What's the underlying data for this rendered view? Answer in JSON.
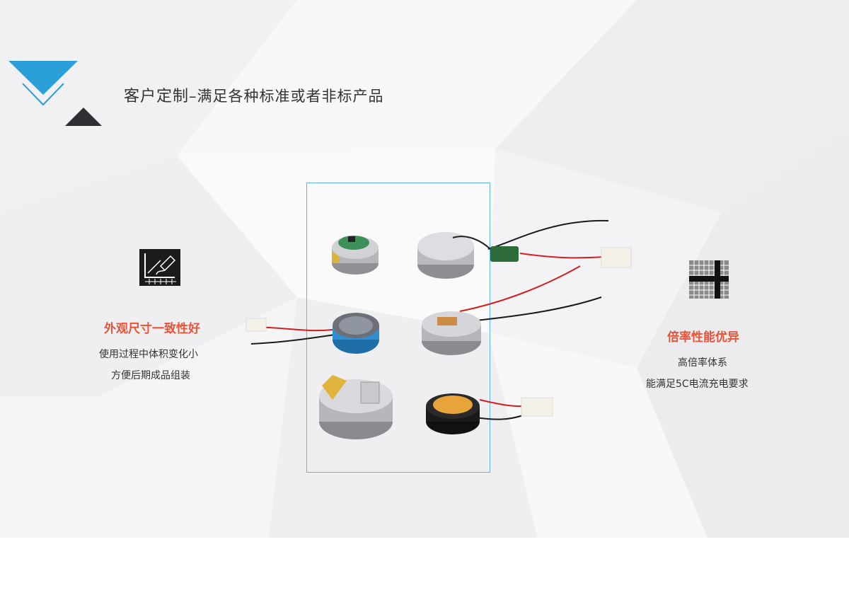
{
  "header": {
    "title_main": "客户定制",
    "title_sub": "–满足各种标准或者非标产品"
  },
  "left_feature": {
    "icon": "ruler-pencil-icon",
    "title": "外观尺寸一致性好",
    "lines": [
      "使用过程中体积变化小",
      "方便后期成品组装"
    ]
  },
  "right_feature": {
    "icon": "grid-matrix-icon",
    "title": "倍率性能优异",
    "lines": [
      "高倍率体系",
      "能满足5C电流充电要求"
    ]
  },
  "colors": {
    "accent_blue": "#2a9fd8",
    "accent_red": "#e8533a",
    "dark": "#333333"
  }
}
